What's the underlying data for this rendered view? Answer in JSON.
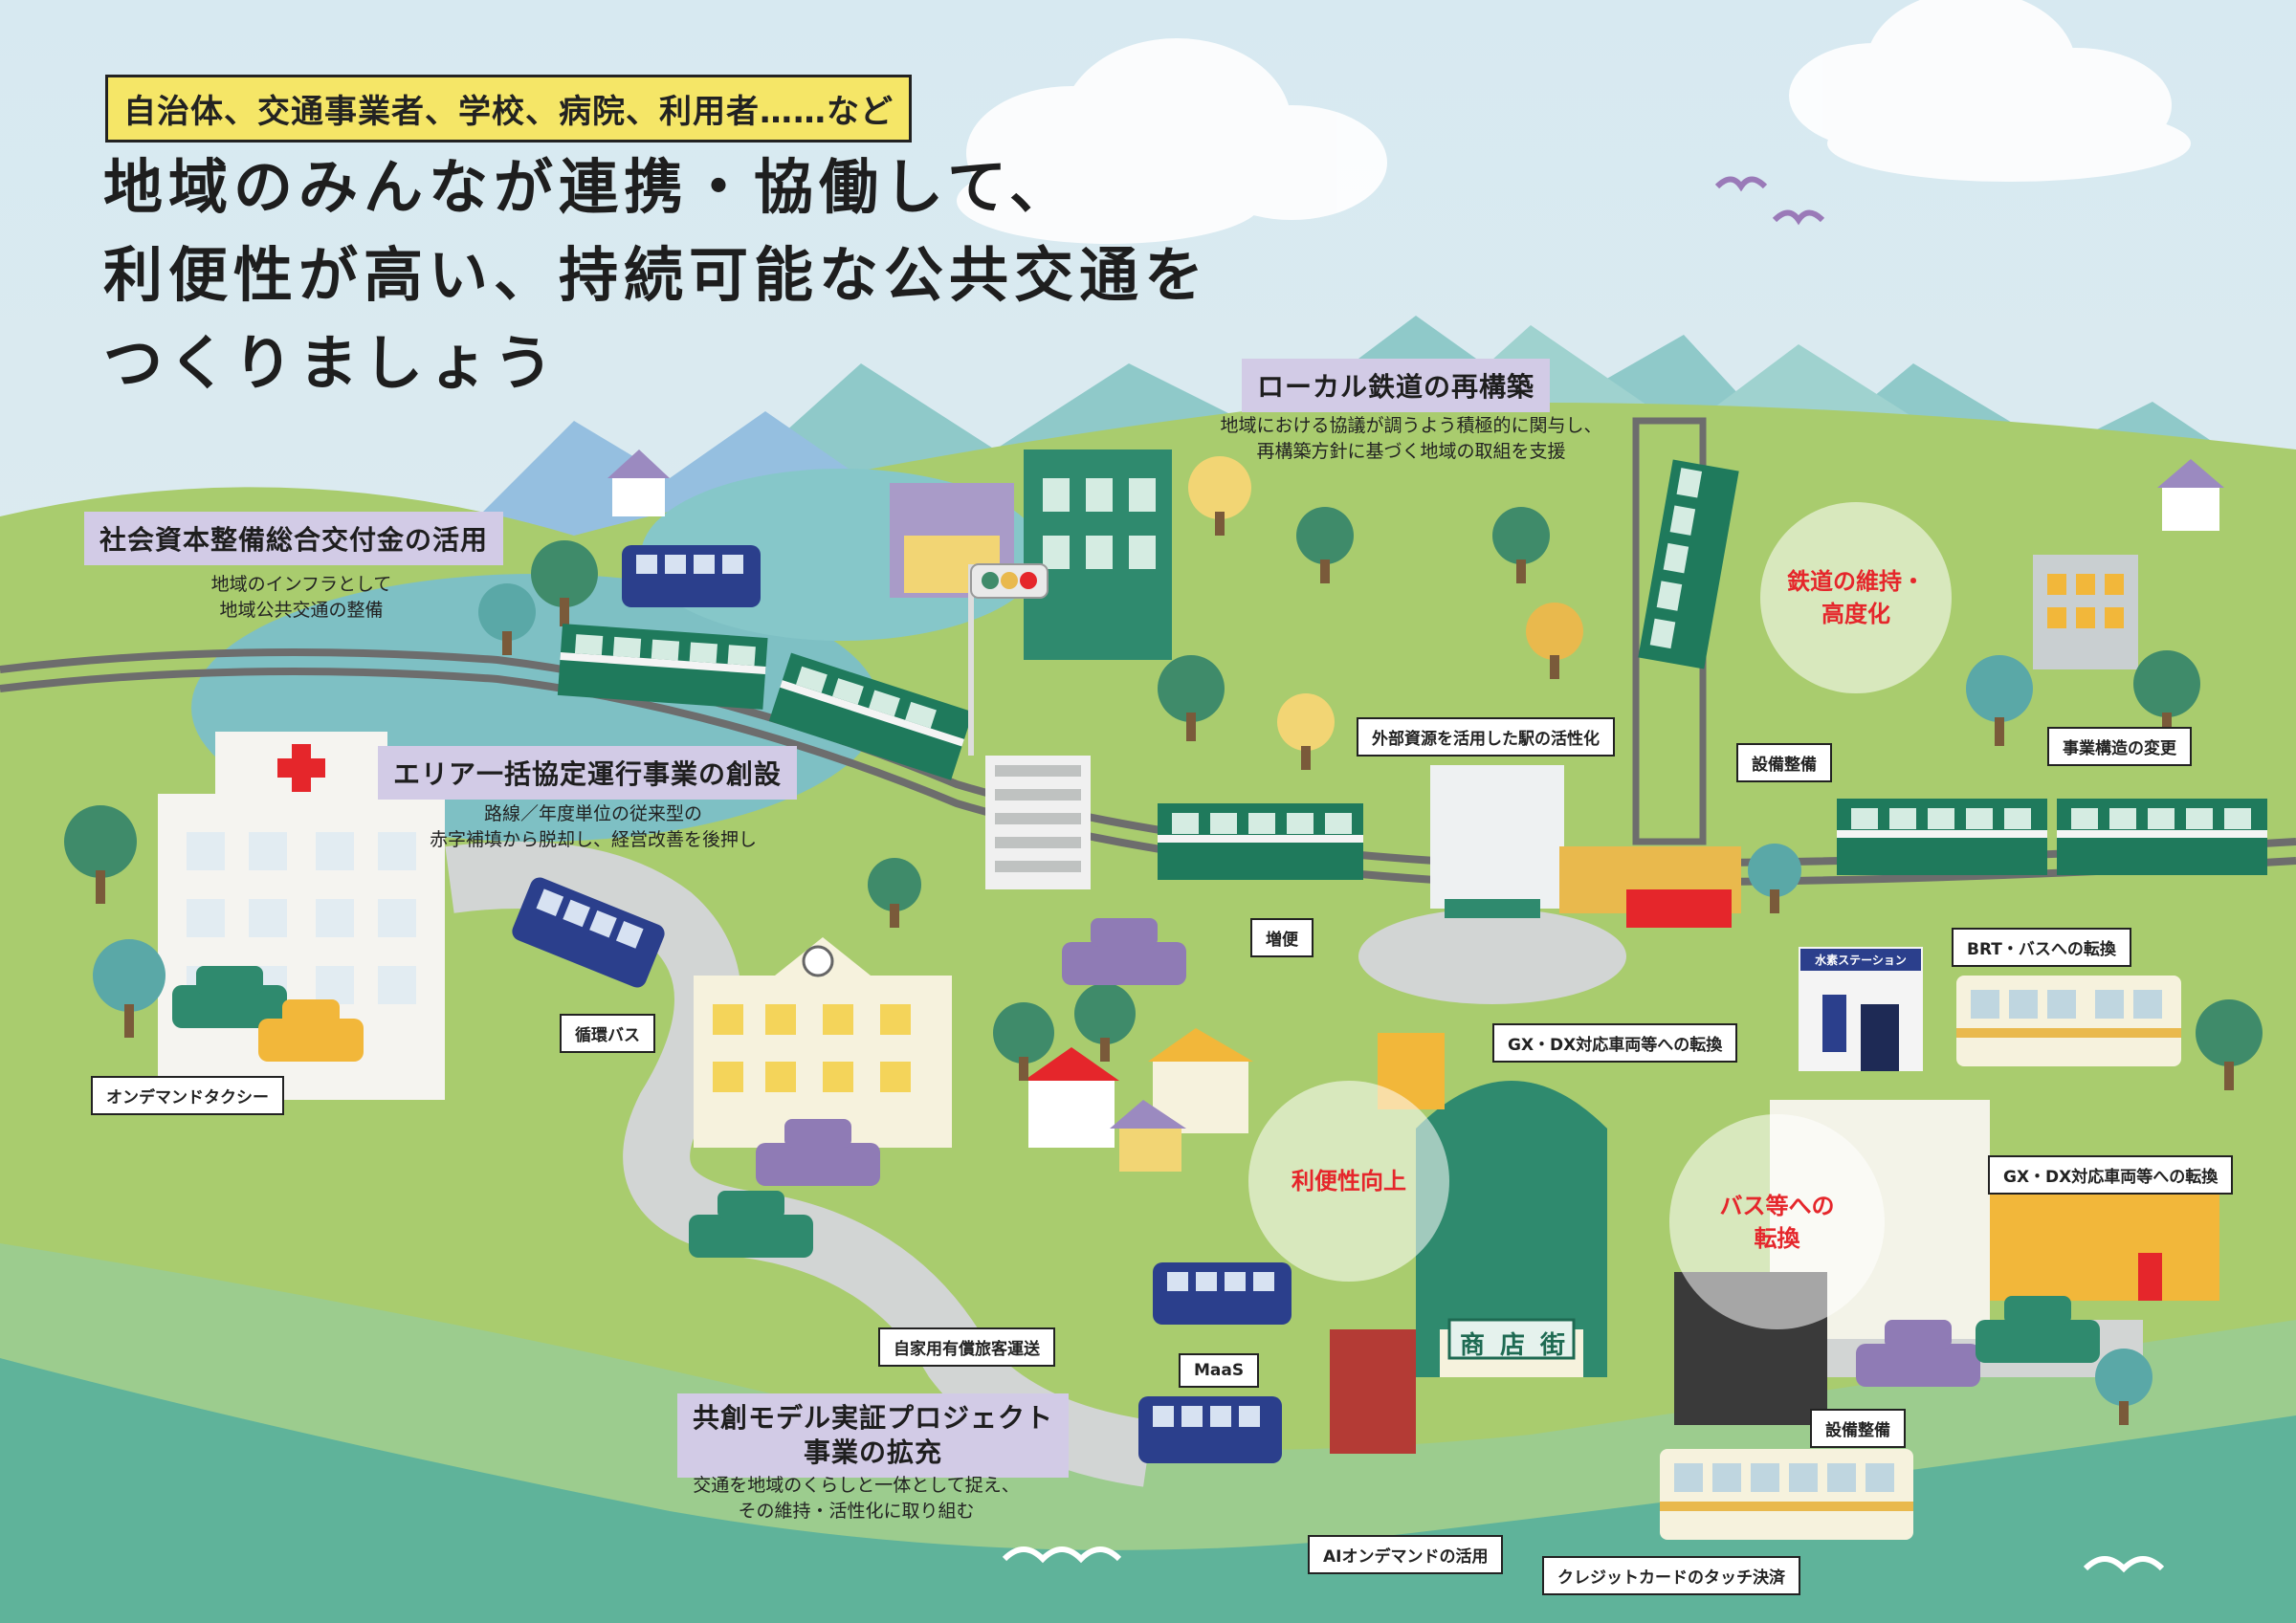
{
  "intro_tag": "自治体、交通事業者、学校、病院、利用者……など",
  "headline": {
    "line1": "地域のみんなが連携・協働して、",
    "line2": "利便性が高い、持続可能な公共交通を",
    "line3": "つくりましょう"
  },
  "sections": [
    {
      "title": "社会資本整備総合交付金の活用",
      "desc1": "地域のインフラとして",
      "desc2": "地域公共交通の整備"
    },
    {
      "title": "エリア一括協定運行事業の創設",
      "desc1": "路線／年度単位の従来型の",
      "desc2": "赤字補填から脱却し、経営改善を後押し"
    },
    {
      "title": "ローカル鉄道の再構築",
      "desc1": "地域における協議が調うよう積極的に関与し、",
      "desc2": "再構築方針に基づく地域の取組を支援"
    },
    {
      "title1": "共創モデル実証プロジェクト",
      "title2": "事業の拡充",
      "desc1": "交通を地域のくらしと一体として捉え、",
      "desc2": "その維持・活性化に取り組む"
    }
  ],
  "circles": {
    "railway": {
      "line1": "鉄道の維持・",
      "line2": "高度化"
    },
    "convenience": {
      "line1": "利便性向上"
    },
    "bus": {
      "line1": "バス等への",
      "line2": "転換"
    }
  },
  "tags": {
    "station": "外部資源を活用した駅の活性化",
    "equipment1": "設備整備",
    "restructure": "事業構造の変更",
    "increase": "増便",
    "brt": "BRT・バスへの転換",
    "gxdx1": "GX・DX対応車両等への転換",
    "gxdx2": "GX・DX対応車両等への転換",
    "loop_bus": "循環バス",
    "on_demand_taxi": "オンデマンドタクシー",
    "private_transport": "自家用有償旅客運送",
    "maas": "MaaS",
    "equipment2": "設備整備",
    "ai_ondemand": "AIオンデマンドの活用",
    "credit_card": "クレジットカードのタッチ決済"
  },
  "signs": {
    "hydrogen": "水素ステーション",
    "shopping": [
      "商",
      "店",
      "街"
    ]
  },
  "colors": {
    "accent_red": "#e5262b",
    "train_green": "#1f7a5c",
    "bus_blue": "#2b3f8c",
    "title_lavender": "#d2cbe6",
    "intro_yellow": "#f5e667"
  }
}
